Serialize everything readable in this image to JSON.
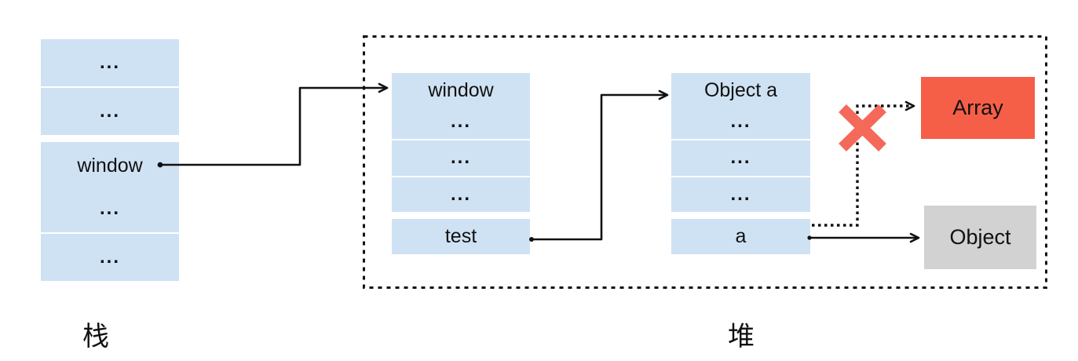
{
  "diagram": {
    "stack": {
      "label": "栈",
      "cells": [
        "...",
        "...",
        "window",
        "...",
        "..."
      ]
    },
    "heap": {
      "label": "堆",
      "window_table": {
        "cells": [
          "window",
          "...",
          "...",
          "...",
          "test"
        ]
      },
      "object_a_table": {
        "cells": [
          "Object a",
          "...",
          "...",
          "...",
          "a"
        ]
      },
      "array_box_label": "Array",
      "object_box_label": "Object"
    },
    "colors": {
      "cell_blue": "#cfe2f3",
      "array_red": "#f55f48",
      "object_gray": "#d2d2d2",
      "cross_red": "#f5695a",
      "line_black": "#111111"
    }
  }
}
